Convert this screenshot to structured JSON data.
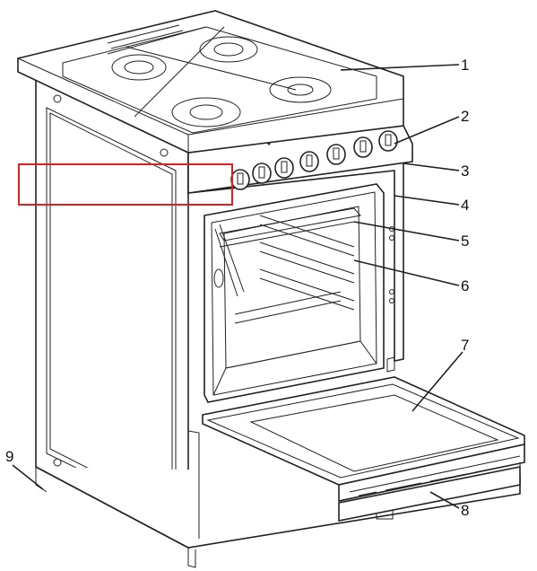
{
  "callouts": [
    {
      "id": "1",
      "label": "1"
    },
    {
      "id": "2",
      "label": "2"
    },
    {
      "id": "3",
      "label": "3"
    },
    {
      "id": "4",
      "label": "4"
    },
    {
      "id": "5",
      "label": "5"
    },
    {
      "id": "6",
      "label": "6"
    },
    {
      "id": "7",
      "label": "7"
    },
    {
      "id": "8",
      "label": "8"
    },
    {
      "id": "9",
      "label": "9"
    }
  ],
  "colors": {
    "line": "#222222",
    "highlight": "#e02020",
    "background": "#ffffff"
  }
}
